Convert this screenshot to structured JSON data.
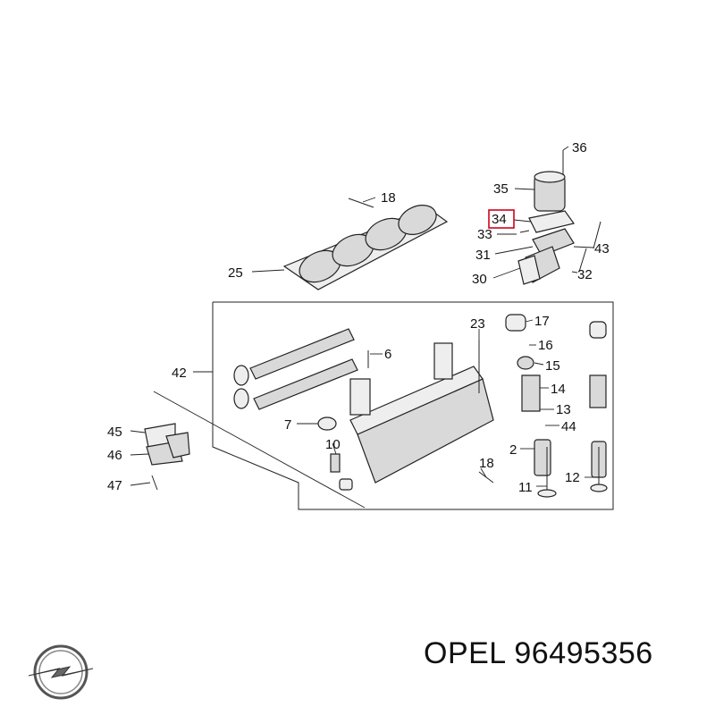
{
  "callouts": {
    "c2": "2",
    "c6": "6",
    "c7": "7",
    "c10": "10",
    "c11": "11",
    "c12": "12",
    "c13": "13",
    "c14": "14",
    "c15": "15",
    "c16": "16",
    "c17": "17",
    "c18a": "18",
    "c18b": "18",
    "c23": "23",
    "c25": "25",
    "c30": "30",
    "c31": "31",
    "c32": "32",
    "c33": "33",
    "c34": "34",
    "c35": "35",
    "c36": "36",
    "c42": "42",
    "c43": "43",
    "c44": "44",
    "c45": "45",
    "c46": "46",
    "c47": "47"
  },
  "highlight_color": "#d0021b",
  "footer": {
    "caption": "OPEL 96495356",
    "logo_icon": "opel-logo-icon"
  }
}
